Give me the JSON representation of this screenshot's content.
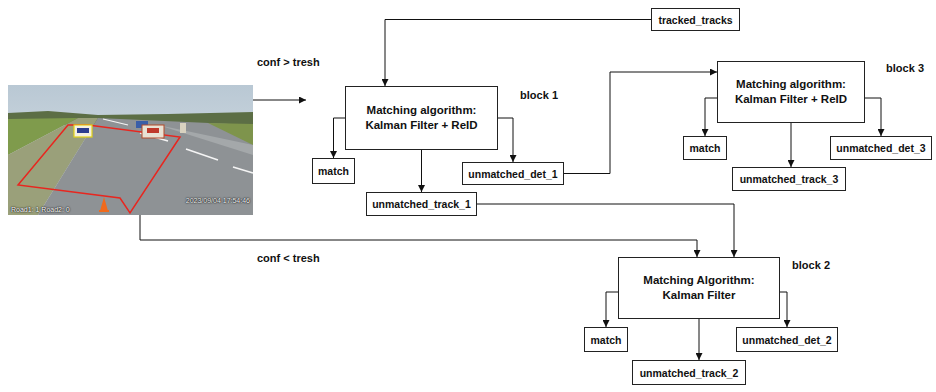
{
  "diagram": {
    "nodes": [
      {
        "text": [
          "Road1: 1 Road2: 0",
          "2023/09/04 17:54:46"
        ]
      },
      {
        "text": [
          "tracked_tracks"
        ]
      },
      {
        "text": [
          "block 1"
        ]
      },
      {
        "text": [
          "Matching algorithm: Kalman Filter + ReID"
        ],
        "in": 2
      },
      {
        "text": [
          "match"
        ],
        "in": 2
      },
      {
        "text": [
          "unmatched_det_1"
        ],
        "in": 2
      },
      {
        "text": [
          "unmatched_track_1"
        ],
        "in": 2
      },
      {
        "text": [
          "block 3"
        ]
      },
      {
        "text": [
          "Matching algorithm: Kalman Filter + ReID"
        ],
        "in": 7
      },
      {
        "text": [
          "match"
        ],
        "in": 7
      },
      {
        "text": [
          "unmatched_det_3"
        ],
        "in": 7
      },
      {
        "text": [
          "unmatched_track_3"
        ],
        "in": 7
      },
      {
        "text": [
          "block 2"
        ]
      },
      {
        "text": [
          "Matching Algorithm: Kalman Filter"
        ],
        "in": 12
      },
      {
        "text": [
          "match"
        ],
        "in": 12
      },
      {
        "text": [
          "unmatched_det_2"
        ],
        "in": 12
      },
      {
        "text": [
          "unmatched_track_2"
        ],
        "in": 12
      }
    ],
    "edges": [
      {
        "from": 0,
        "to": 2,
        "label": "conf > tresh",
        "arrow": "to"
      },
      {
        "from": 0,
        "to": 13,
        "label": "conf < tresh",
        "arrow": "to"
      },
      {
        "from": 1,
        "to": 3,
        "arrow": "to"
      },
      {
        "from": 3,
        "to": 4,
        "arrow": "to"
      },
      {
        "from": 3,
        "to": 5,
        "arrow": "to"
      },
      {
        "from": 3,
        "to": 6,
        "arrow": "to"
      },
      {
        "from": 5,
        "to": 8,
        "arrow": "to"
      },
      {
        "from": 6,
        "to": 13,
        "arrow": "to"
      },
      {
        "from": 8,
        "to": 9,
        "arrow": "to"
      },
      {
        "from": 8,
        "to": 10,
        "arrow": "to"
      },
      {
        "from": 8,
        "to": 11,
        "arrow": "to"
      },
      {
        "from": 13,
        "to": 14,
        "arrow": "to"
      },
      {
        "from": 13,
        "to": 15,
        "arrow": "to"
      },
      {
        "from": 13,
        "to": 16,
        "arrow": "to"
      }
    ]
  }
}
